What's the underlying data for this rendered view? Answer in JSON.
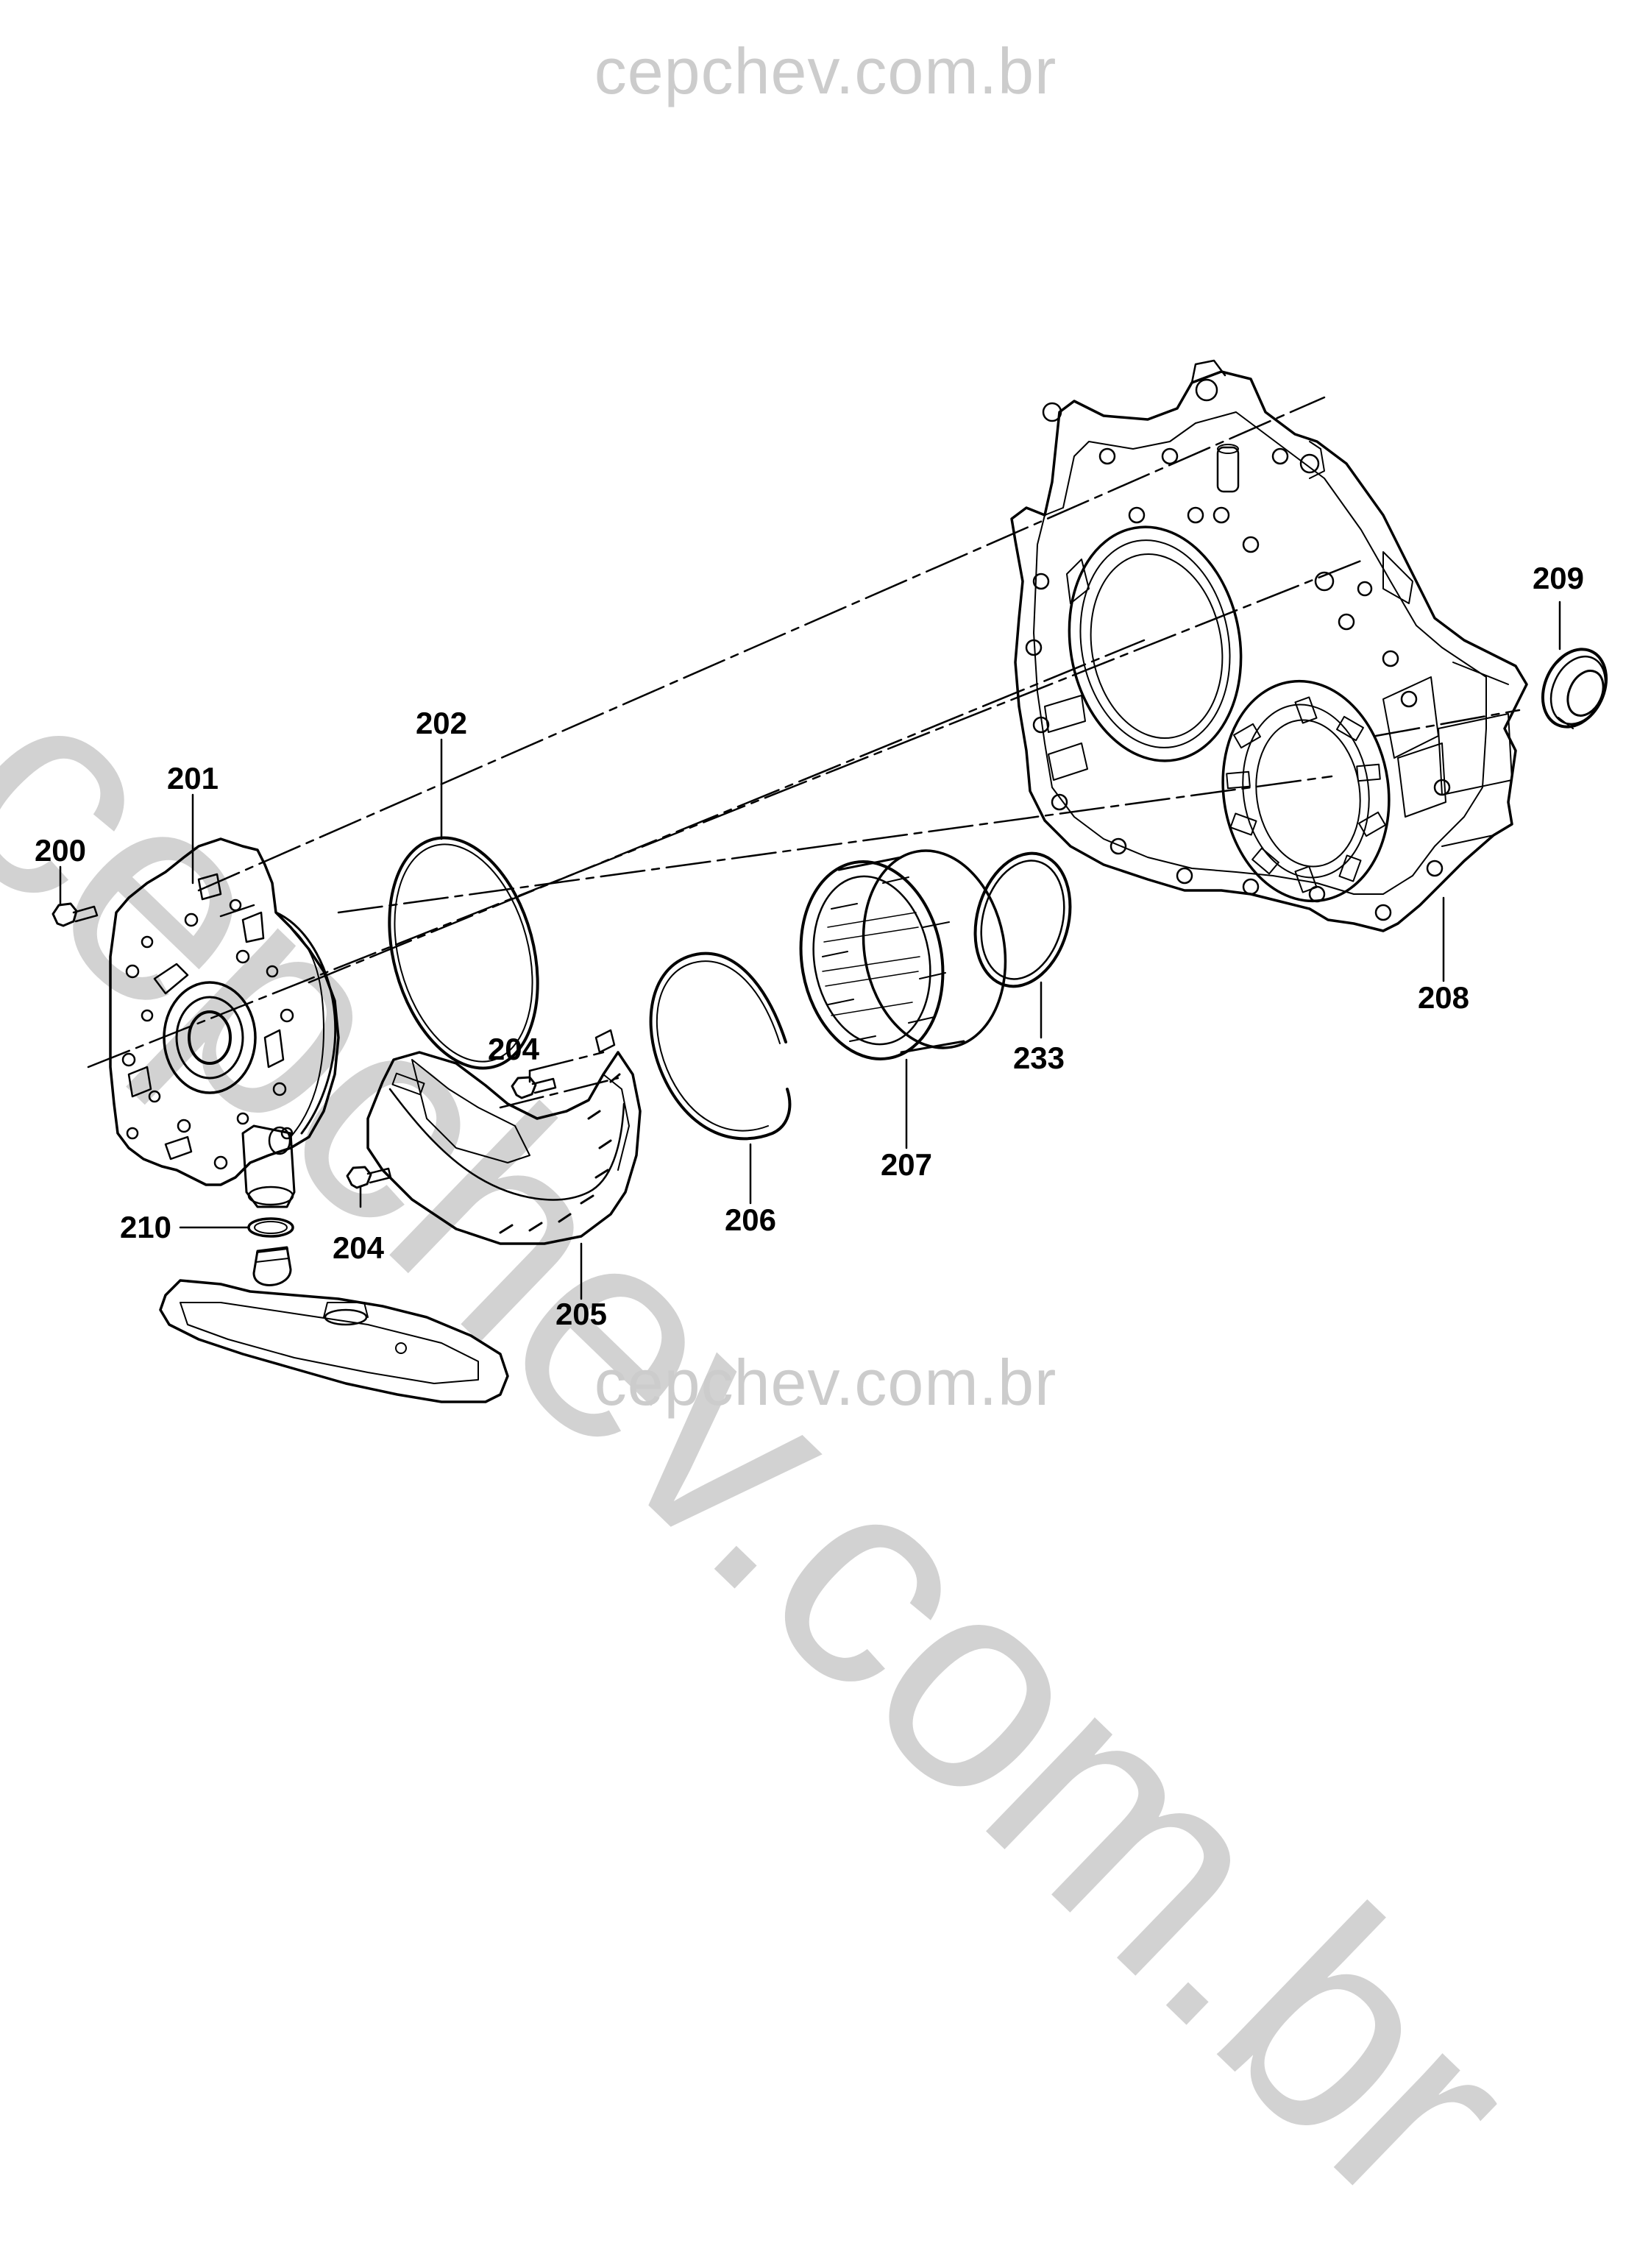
{
  "watermark": {
    "top": "cepchev.com.br",
    "bottom": "cepchev.com.br",
    "diagonal": "cepchev.com.br"
  },
  "callouts": {
    "c200": "200",
    "c201": "201",
    "c202": "202",
    "c204a": "204",
    "c204b": "204",
    "c205": "205",
    "c206": "206",
    "c207": "207",
    "c208": "208",
    "c209": "209",
    "c210": "210",
    "c233": "233"
  }
}
